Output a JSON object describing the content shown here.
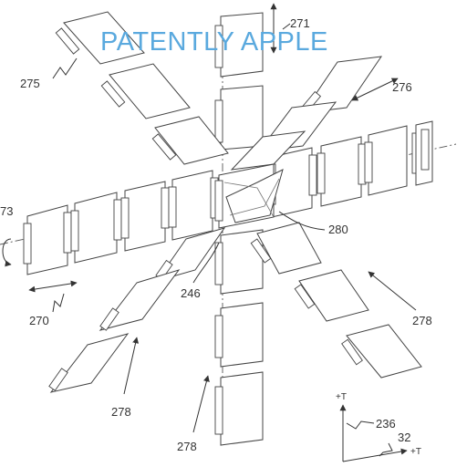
{
  "watermark": "PATENTLY APPLE",
  "reference_numerals": {
    "r271": "271",
    "r275": "275",
    "r276": "276",
    "r273": "73",
    "r280": "280",
    "r246": "246",
    "r270": "270",
    "r278a": "278",
    "r278b": "278",
    "r278c": "278",
    "r236": "236",
    "r32": "32"
  },
  "axis_labels": {
    "t_up": "+T",
    "t_right": "+T"
  }
}
